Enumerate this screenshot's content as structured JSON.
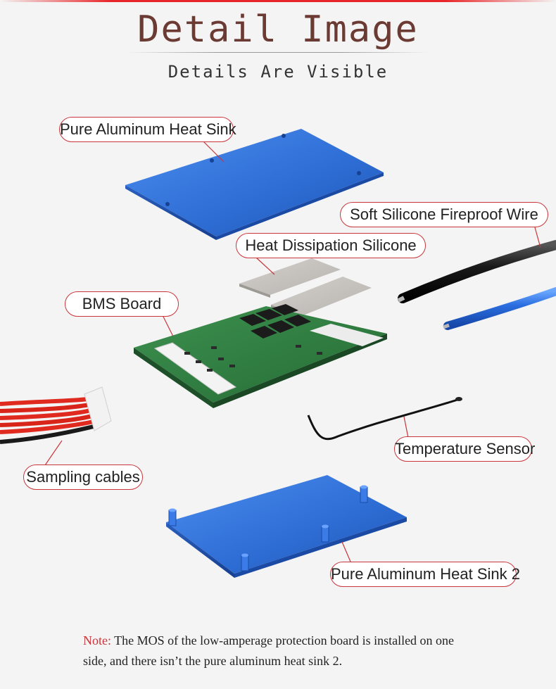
{
  "header": {
    "title": "Detail Image",
    "subtitle": "Details Are Visible"
  },
  "labels": {
    "heat_sink_top": "Pure Aluminum Heat Sink",
    "silicone_wire": "Soft Silicone Fireproof Wire",
    "heat_silicone": "Heat Dissipation Silicone",
    "bms_board": "BMS Board",
    "temp_sensor": "Temperature Sensor",
    "sampling_cables": "Sampling cables",
    "heat_sink_bottom": "Pure Aluminum Heat Sink 2"
  },
  "note": {
    "key": "Note:",
    "text": " The MOS of the low-amperage protection board is installed on one side, and there isn’t the pure aluminum heat sink 2."
  },
  "colors": {
    "accent": "#c9353a",
    "title": "#6b3a33",
    "aluminum_blue": "#2f6fd6",
    "pcb_green": "#2f7a3a"
  }
}
